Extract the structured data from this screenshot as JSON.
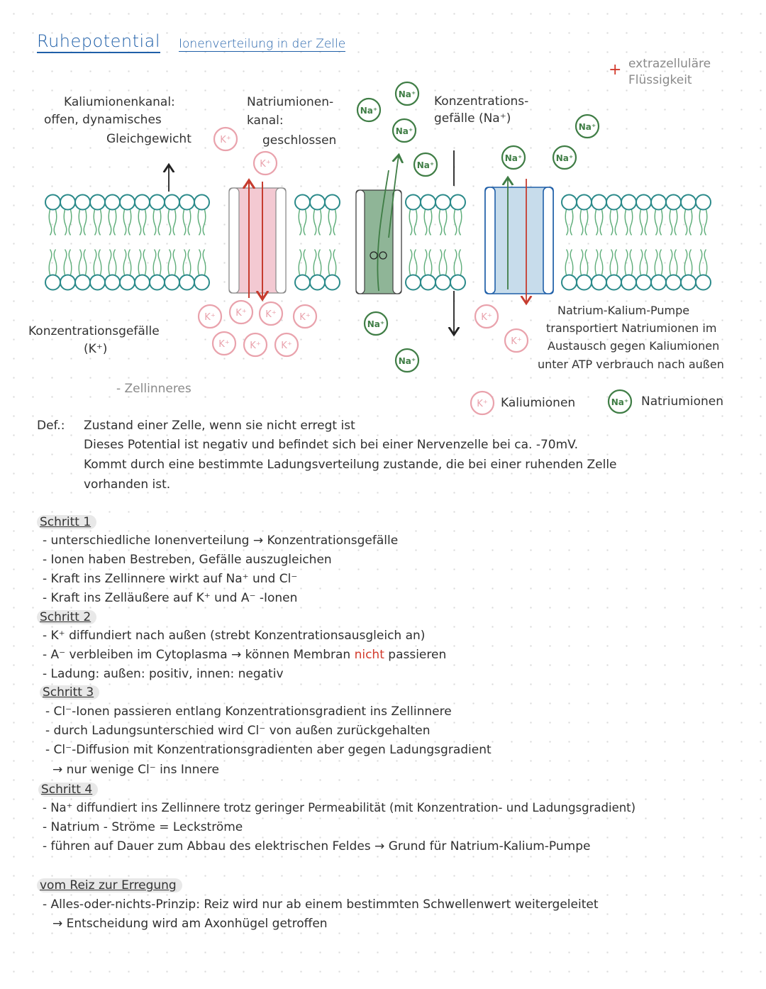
{
  "header": {
    "title": "Ruhepotential",
    "subtitle": "Ionenverteilung in der Zelle"
  },
  "diagram": {
    "extracellular_plus": "+",
    "extracellular_line1": "extrazelluläre",
    "extracellular_line2": "Flüssigkeit",
    "k_channel_label": [
      "Kaliumionenkanal:",
      "offen, dynamisches",
      "Gleichgewicht"
    ],
    "na_channel_label": [
      "Natriumionen-",
      "kanal:",
      "geschlossen"
    ],
    "na_gradient_label": [
      "Konzentrations-",
      "gefälle (Na⁺)"
    ],
    "k_gradient_label": [
      "Konzentrationsgefälle",
      "(K⁺)"
    ],
    "pump_label": [
      "Natrium-Kalium-Pumpe",
      "transportiert Natriumionen im",
      "Austausch gegen Kaliumionen",
      "unter ATP verbrauch nach außen"
    ],
    "intracellular_label": "- Zellinneres",
    "k_symbol": "K⁺",
    "na_symbol": "Na⁺",
    "legend_k": "Kaliumionen",
    "legend_na": "Natriumionen",
    "colors": {
      "membrane": "#2b8a8a",
      "tails": "#5fae7a",
      "k_channel": "#f3c9d2",
      "na_channel": "#8fb597",
      "pump": "#c7dceb",
      "pump_border": "#1f5fa8",
      "k_ion": "#e9a2ac",
      "na_ion": "#3f7d45",
      "arrow_red": "#c63c2f"
    }
  },
  "definition": {
    "prefix": "Def.:",
    "lines": [
      "Zustand einer Zelle, wenn sie nicht erregt ist",
      "Dieses Potential ist negativ und befindet sich bei einer Nervenzelle bei ca. -70mV.",
      "Kommt durch eine bestimmte Ladungsverteilung zustande, die bei einer ruhenden Zelle",
      "vorhanden ist."
    ]
  },
  "steps": [
    {
      "label": "Schritt 1",
      "lines": [
        "- unterschiedliche Ionenverteilung → Konzentrationsgefälle",
        "- Ionen haben Bestreben, Gefälle auszugleichen",
        "- Kraft ins Zellinnere wirkt auf Na⁺ und Cl⁻",
        "- Kraft ins Zelläußere auf K⁺ und A⁻ -Ionen"
      ]
    },
    {
      "label": "Schritt 2",
      "lines": [
        "- K⁺ diffundiert nach außen (strebt Konzentrationsausgleich an)",
        "- A⁻ verbleiben im Cytoplasma → können Membran",
        "- Ladung: außen: positiv, innen: negativ"
      ],
      "red_word": "nicht",
      "after_red": "passieren"
    },
    {
      "label": "Schritt 3",
      "lines": [
        "- Cl⁻-Ionen passieren entlang Konzentrationsgradient ins Zellinnere",
        "- durch Ladungsunterschied wird Cl⁻ von außen zurückgehalten",
        "- Cl⁻-Diffusion mit Konzentrationsgradienten aber gegen Ladungsgradient",
        "→ nur wenige Cl⁻ ins Innere"
      ]
    },
    {
      "label": "Schritt 4",
      "lines": [
        "- Na⁺ diffundiert ins Zellinnere trotz geringer Permeabilität (mit Konzentration- und Ladungsgradient)",
        "- Natrium - Ströme = Leckströme",
        "- führen auf Dauer zum Abbau des elektrischen Feldes → Grund für Natrium-Kalium-Pumpe"
      ]
    }
  ],
  "section2": {
    "heading": "vom Reiz zur Erregung",
    "lines": [
      "- Alles-oder-nichts-Prinzip: Reiz wird nur ab einem bestimmten Schwellenwert weitergeleitet",
      "→ Entscheidung wird am Axonhügel getroffen"
    ]
  }
}
